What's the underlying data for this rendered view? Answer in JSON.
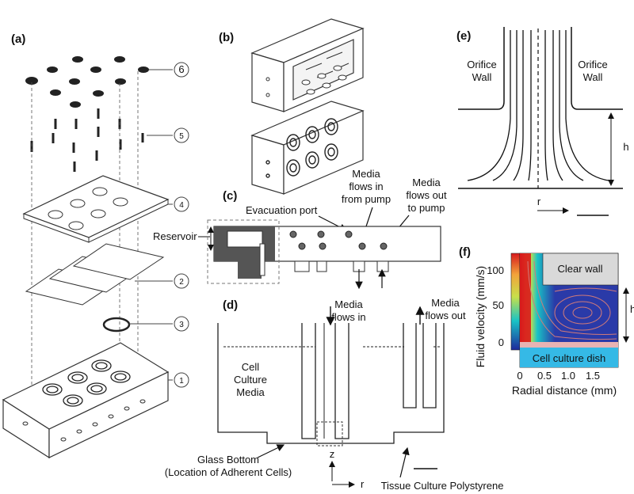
{
  "panels": {
    "a": "(a)",
    "b": "(b)",
    "c": "(c)",
    "d": "(d)",
    "e": "(e)",
    "f": "(f)"
  },
  "callouts": [
    "1",
    "2",
    "3",
    "4",
    "5",
    "6"
  ],
  "c_labels": {
    "evacuation": "Evacuation port",
    "reservoir": "Reservoir",
    "media_in_1": "Media",
    "media_in_2": "flows in",
    "media_in_3": "from pump",
    "media_out_1": "Media",
    "media_out_2": "flows out",
    "media_out_3": "to pump"
  },
  "d_labels": {
    "media_in_1": "Media",
    "media_in_2": "flows in",
    "media_out_1": "Media",
    "media_out_2": "flows out",
    "cell_1": "Cell",
    "cell_2": "Culture",
    "cell_3": "Media",
    "glass_1": "Glass Bottom",
    "glass_2": "(Location of Adherent Cells)",
    "tcp": "Tissue Culture Polystyrene",
    "z": "z",
    "r": "r"
  },
  "e_labels": {
    "left_1": "Orifice",
    "left_2": "Wall",
    "right_1": "Orifice",
    "right_2": "Wall",
    "h": "h",
    "r": "r"
  },
  "chart_data": {
    "type": "heatmap",
    "xlabel": "Radial distance (mm)",
    "ylabel": "Fluid velocity (mm/s)",
    "xticks": [
      "0",
      "0.5",
      "1.0",
      "1.5"
    ],
    "yticks": [
      "0",
      "50",
      "100"
    ],
    "clear_wall": "Clear  wall",
    "dish": "Cell culture dish",
    "h": "h",
    "colorbar_range": [
      0,
      120
    ],
    "colors": {
      "low": "#1e2a9c",
      "mid": "#19c3c6",
      "high": "#d7191c",
      "wall": "#d9d9d9",
      "dish": "#35b9e6",
      "streamline": "#d07a7a"
    }
  }
}
